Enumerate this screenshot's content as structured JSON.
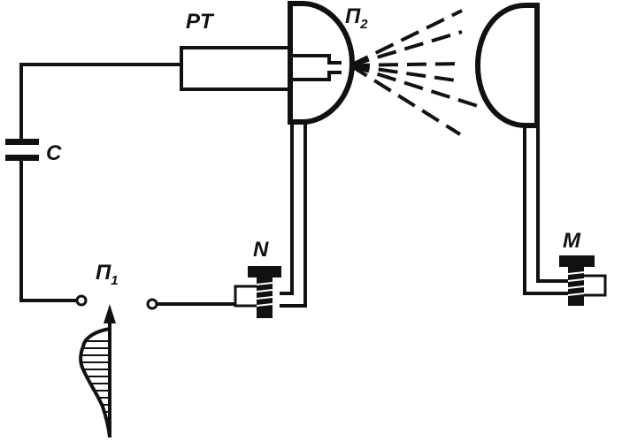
{
  "labels": {
    "resonator": "PT",
    "capacitor": "C",
    "spark_gap_1": "П",
    "spark_gap_1_sub": "1",
    "spark_gap_2": "П",
    "spark_gap_2_sub": "2",
    "terminal_n": "N",
    "terminal_m": "M"
  },
  "colors": {
    "ink": "#111111",
    "paper": "#ffffff"
  }
}
